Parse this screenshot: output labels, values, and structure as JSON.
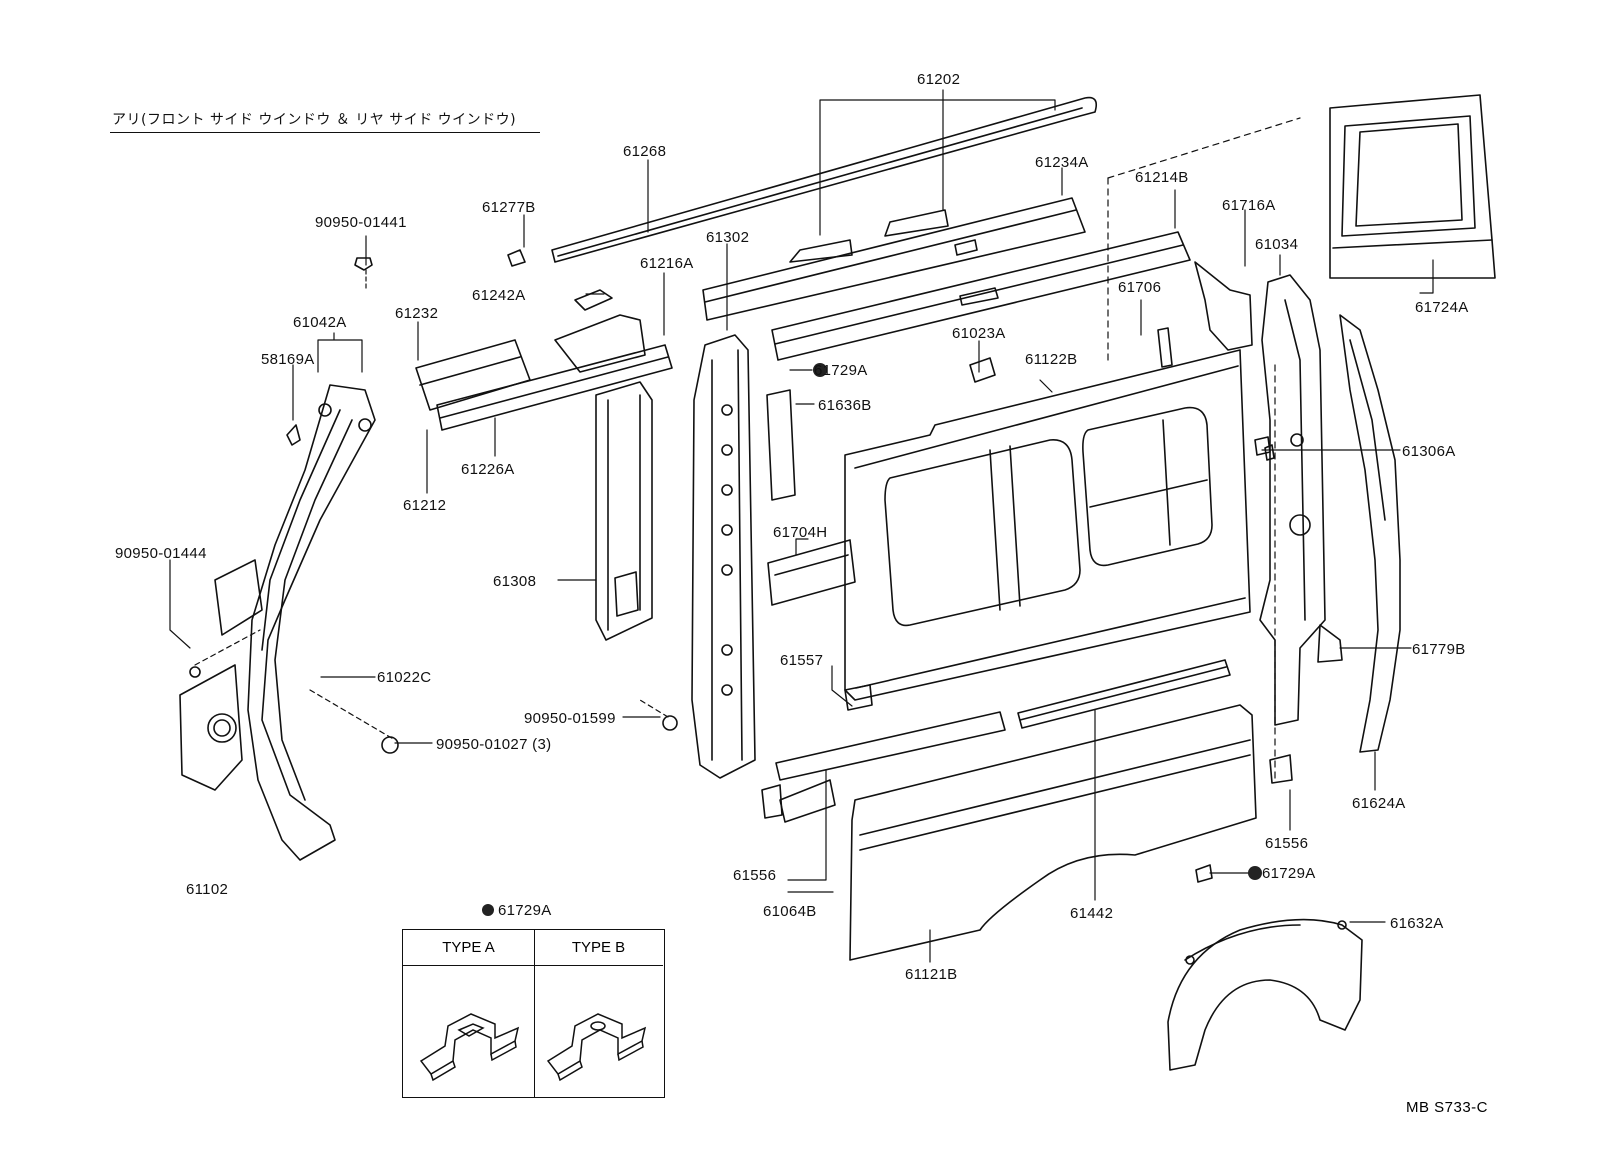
{
  "header_note": "アリ(フロント サイド ウインドウ ＆ リヤ サイド ウインドウ)",
  "diagram_code": "MB S733-C",
  "legend": {
    "title": "61729A",
    "type_a": "TYPE A",
    "type_b": "TYPE B"
  },
  "parts": [
    "61202",
    "61268",
    "61234A",
    "61214B",
    "61716A",
    "61034",
    "61724A",
    "61277B",
    "90950-01441",
    "61302",
    "61216A",
    "61242A",
    "61232",
    "61042A",
    "58169A",
    "61226A",
    "61212",
    "61729A",
    "61706",
    "61023A",
    "61122B",
    "61636B",
    "61306A",
    "90950-01444",
    "61308",
    "61704H",
    "61022C",
    "61557",
    "61779B",
    "90950-01599",
    "90950-01027 (3)",
    "61102",
    "61556",
    "61556",
    "61624A",
    "61729A",
    "61064B",
    "61442",
    "61121B",
    "61632A"
  ]
}
